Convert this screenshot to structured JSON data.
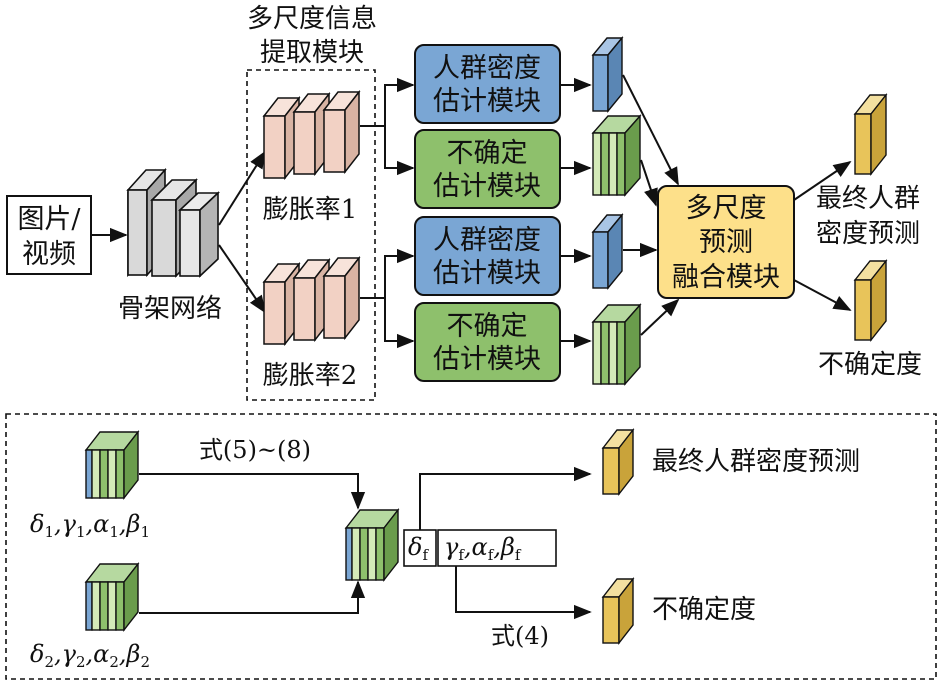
{
  "input_box": {
    "line1": "图片/",
    "line2": "视频"
  },
  "backbone_label": "骨架网络",
  "multiscale_module": {
    "line1": "多尺度信息",
    "line2": "提取模块"
  },
  "dilation_1": "膨胀率1",
  "dilation_2": "膨胀率2",
  "density_module": {
    "line1": "人群密度",
    "line2": "估计模块"
  },
  "uncertainty_module": {
    "line1": "不确定",
    "line2": "估计模块"
  },
  "fusion_module": {
    "line1": "多尺度",
    "line2": "预测",
    "line3": "融合模块"
  },
  "output_density": {
    "line1": "最终人群",
    "line2": "密度预测"
  },
  "output_uncertainty": "不确定度",
  "detail": {
    "params_1": "δ1,γ1,α1,β1",
    "params_2": "δ2,γ2,α2,β2",
    "eq_5_8": "式(5)~(8)",
    "delta_f": "δf",
    "gamma_alpha_beta_f": "γf,αf,βf",
    "eq_4": "式(4)",
    "final_density": "最终人群密度预测",
    "uncertainty": "不确定度"
  },
  "colors": {
    "density_blue": "#7aa6d4",
    "uncertainty_green": "#8ec06c",
    "fusion_yellow": "#fde08a",
    "output_gold": "#e8c45a",
    "dilation_pink": "#f2d1c4",
    "backbone_gray": "#d9d9d9"
  }
}
